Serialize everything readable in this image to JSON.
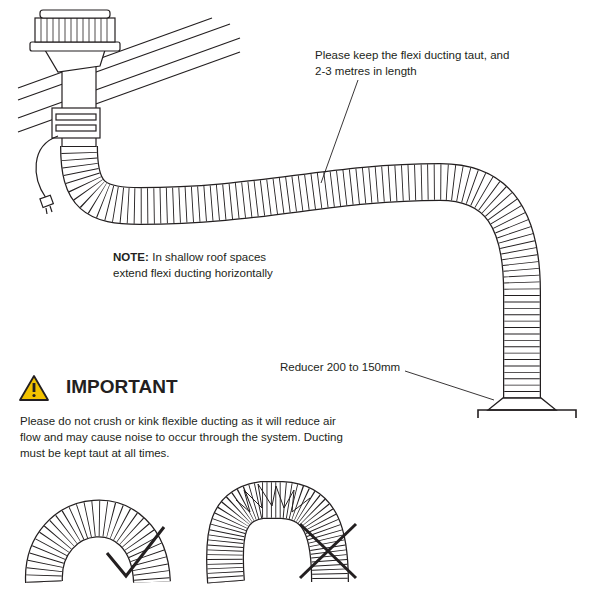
{
  "diagram": {
    "labels": [
      "Please keep the flexi ducting taut, and 2-3 metres in length",
      "NOTE:",
      "In shallow roof spaces extend flexi ducting horizontally",
      "Reducer 200 to 150mm",
      "IMPORTANT",
      "Please do not crush or kink flexible ducting as it will reduce air flow and may cause noise to occur through the system. Ducting must be kept taut at all times."
    ]
  }
}
